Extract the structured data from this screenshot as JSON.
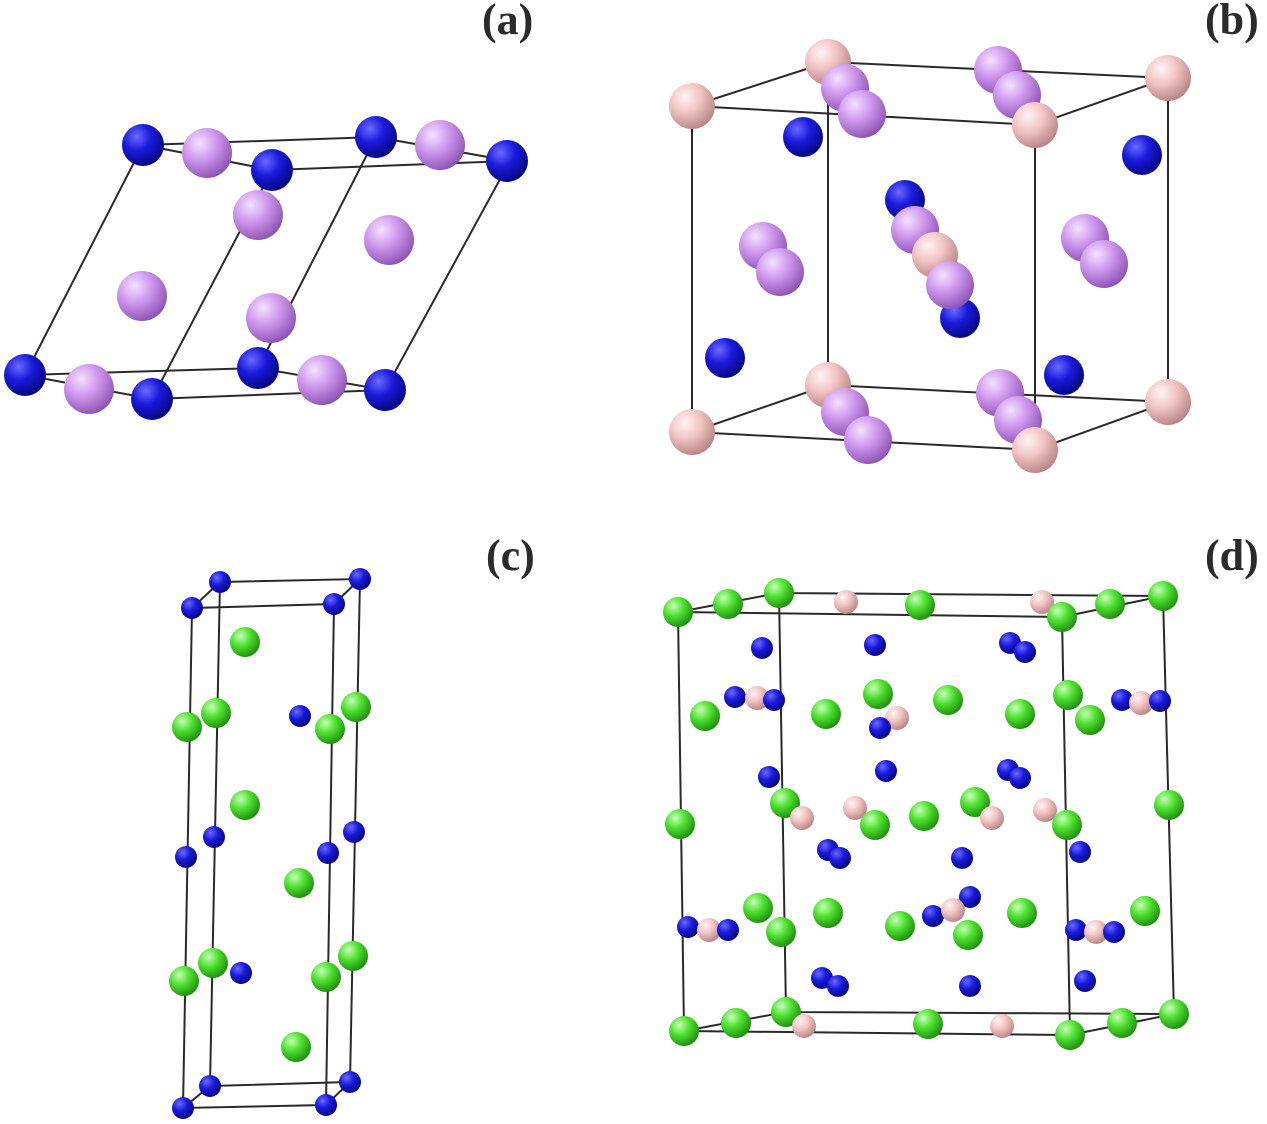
{
  "panels": [
    {
      "id": "a",
      "label": "(a)"
    },
    {
      "id": "b",
      "label": "(b)"
    },
    {
      "id": "c",
      "label": "(c)"
    },
    {
      "id": "d",
      "label": "(d)"
    }
  ],
  "colors": {
    "background": "#ffffff",
    "bond_line": "#2a2a2a",
    "atom_blue": "#1414c8",
    "atom_violet": "#c88ee8",
    "atom_pink": "#f2c2c2",
    "atom_green": "#44d82a",
    "label_text": "#2b2b2b"
  }
}
